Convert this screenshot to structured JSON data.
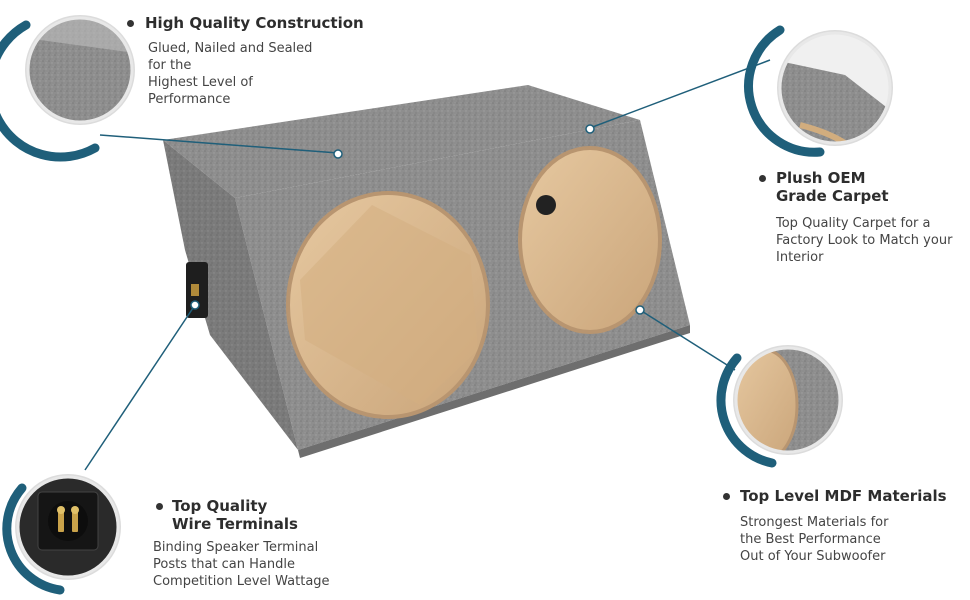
{
  "features": {
    "construction": {
      "title_lines": [
        "High Quality Construction"
      ],
      "desc_lines": [
        "Glued, Nailed and Sealed",
        "for the",
        "Highest Level of",
        "Performance"
      ],
      "icon": "carpet-corner-closeup"
    },
    "carpet": {
      "title_lines": [
        "Plush OEM",
        "Grade Carpet"
      ],
      "desc_lines": [
        "Top Quality Carpet for a",
        "Factory Look to Match your",
        "Interior"
      ],
      "icon": "carpet-edge-closeup"
    },
    "mdf": {
      "title_lines": [
        "Top Level MDF Materials"
      ],
      "desc_lines": [
        "Strongest Materials for",
        "the Best Performance",
        "Out of  Your Subwoofer"
      ],
      "icon": "mdf-hole-closeup"
    },
    "terminals": {
      "title_lines": [
        "Top Quality",
        "Wire Terminals"
      ],
      "desc_lines": [
        "Binding Speaker Terminal",
        "Posts that can Handle",
        "Competition Level Wattage"
      ],
      "icon": "terminal-cup-closeup"
    }
  },
  "colors": {
    "accent": "#1f5f7a",
    "carpet": "#8d8d8d",
    "mdf": "#d9b890",
    "text": "#333333"
  }
}
